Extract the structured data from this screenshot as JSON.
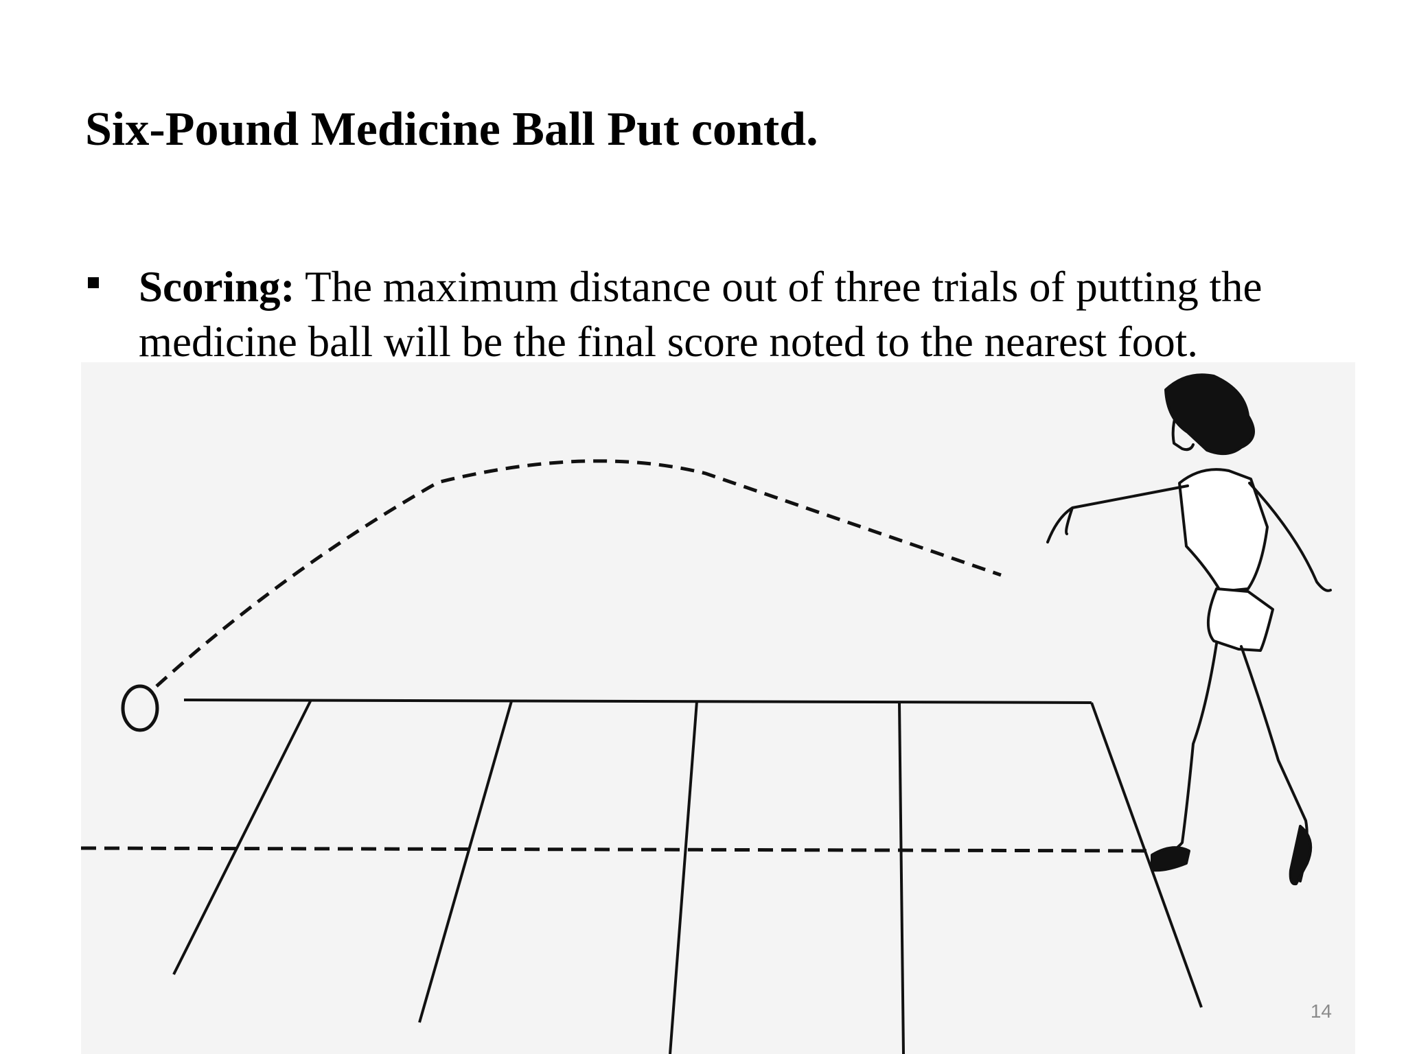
{
  "slide": {
    "title": "Six-Pound Medicine Ball Put contd.",
    "bullet": {
      "label": "Scoring:",
      "text": "The maximum distance out of three trials of putting the medicine ball will be the final score noted to the nearest foot."
    },
    "page_number": "14"
  },
  "illustration": {
    "subject": "person-putting-medicine-ball",
    "colors": {
      "ink": "#111111",
      "paper": "#f4f4f4"
    }
  }
}
